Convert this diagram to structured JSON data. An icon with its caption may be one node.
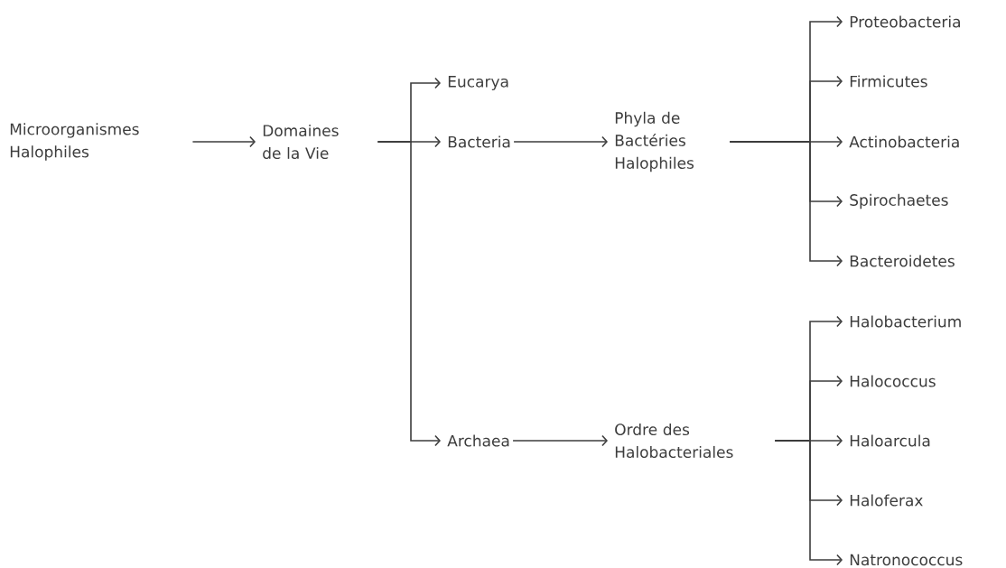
{
  "diagram": {
    "nodes": [
      {
        "text": [
          "Microorganismes Halophiles"
        ]
      },
      {
        "text": [
          "Domaines de la Vie"
        ]
      },
      {
        "text": [
          "Eucarya"
        ]
      },
      {
        "text": [
          "Bacteria"
        ]
      },
      {
        "text": [
          "Archaea"
        ]
      },
      {
        "text": [
          "Phyla de Bactéries Halophiles"
        ]
      },
      {
        "text": [
          "Ordre des Halobacteriales"
        ]
      },
      {
        "text": [
          "Proteobacteria"
        ]
      },
      {
        "text": [
          "Firmicutes"
        ]
      },
      {
        "text": [
          "Actinobacteria"
        ]
      },
      {
        "text": [
          "Spirochaetes"
        ]
      },
      {
        "text": [
          "Bacteroidetes"
        ]
      },
      {
        "text": [
          "Halobacterium"
        ]
      },
      {
        "text": [
          "Halococcus"
        ]
      },
      {
        "text": [
          "Haloarcula"
        ]
      },
      {
        "text": [
          "Haloferax"
        ]
      },
      {
        "text": [
          "Natronococcus"
        ]
      }
    ],
    "edges": [
      {
        "from": 0,
        "to": 1,
        "arrow": "to"
      },
      {
        "from": 1,
        "to": 2,
        "arrow": "to"
      },
      {
        "from": 1,
        "to": 3,
        "arrow": "to"
      },
      {
        "from": 1,
        "to": 4,
        "arrow": "to"
      },
      {
        "from": 3,
        "to": 5,
        "arrow": "to"
      },
      {
        "from": 4,
        "to": 6,
        "arrow": "to"
      },
      {
        "from": 5,
        "to": 7,
        "arrow": "to"
      },
      {
        "from": 5,
        "to": 8,
        "arrow": "to"
      },
      {
        "from": 5,
        "to": 9,
        "arrow": "to"
      },
      {
        "from": 5,
        "to": 10,
        "arrow": "to"
      },
      {
        "from": 5,
        "to": 11,
        "arrow": "to"
      },
      {
        "from": 6,
        "to": 12,
        "arrow": "to"
      },
      {
        "from": 6,
        "to": 13,
        "arrow": "to"
      },
      {
        "from": 6,
        "to": 14,
        "arrow": "to"
      },
      {
        "from": 6,
        "to": 15,
        "arrow": "to"
      },
      {
        "from": 6,
        "to": 16,
        "arrow": "to"
      }
    ]
  }
}
